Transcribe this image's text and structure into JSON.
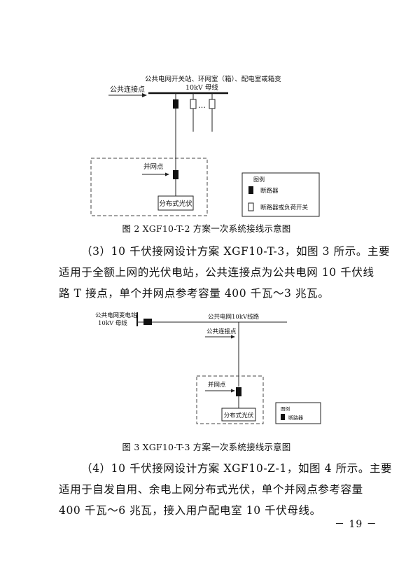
{
  "figure2": {
    "station_title": "公共电网开关站、环网室（箱）、配电室或箱变",
    "bus_label": "10kV 母线",
    "pcc_label": "公共连接点",
    "ellipsis": "…",
    "grid_point_label": "并网点",
    "pv_label": "分布式光伏",
    "legend": {
      "title": "图例",
      "items": [
        {
          "label": "断路器",
          "icon": "filled-rectangle"
        },
        {
          "label": "断路器或负荷开关",
          "icon": "hollow-rectangle"
        }
      ]
    },
    "caption": "图 2 XGF10-T-2 方案一次系统接线示意图"
  },
  "paragraph3": {
    "lines": [
      "（3）10 千伏接网设计方案 XGF10-T-3，如图 3 所示。主要",
      "适用于全额上网的光伏电站，公共连接点为公共电网 10 千伏线",
      "路 T 接点，单个并网点参考容量 400 千瓦～3 兆瓦。"
    ]
  },
  "figure3": {
    "substation_label_1": "公共电网变电站",
    "substation_label_2": "10kV 母线",
    "line_label": "公共电网10kV线路",
    "pcc_label": "公共连接点",
    "grid_point_label": "并网点",
    "pv_label": "分布式光伏",
    "legend": {
      "title": "图例",
      "items": [
        {
          "label": "断路器",
          "icon": "filled-rectangle"
        }
      ]
    },
    "caption": "图 3 XGF10-T-3 方案一次系统接线示意图"
  },
  "paragraph4": {
    "lines": [
      "（4）10 千伏接网设计方案 XGF10-Z-1，如图 4 所示。主要",
      "适用于自发自用、余电上网分布式光伏，单个并网点参考容量",
      "400 千瓦～6 兆瓦，接入用户配电室 10 千伏母线。"
    ]
  },
  "page_number": "－ 19 －"
}
